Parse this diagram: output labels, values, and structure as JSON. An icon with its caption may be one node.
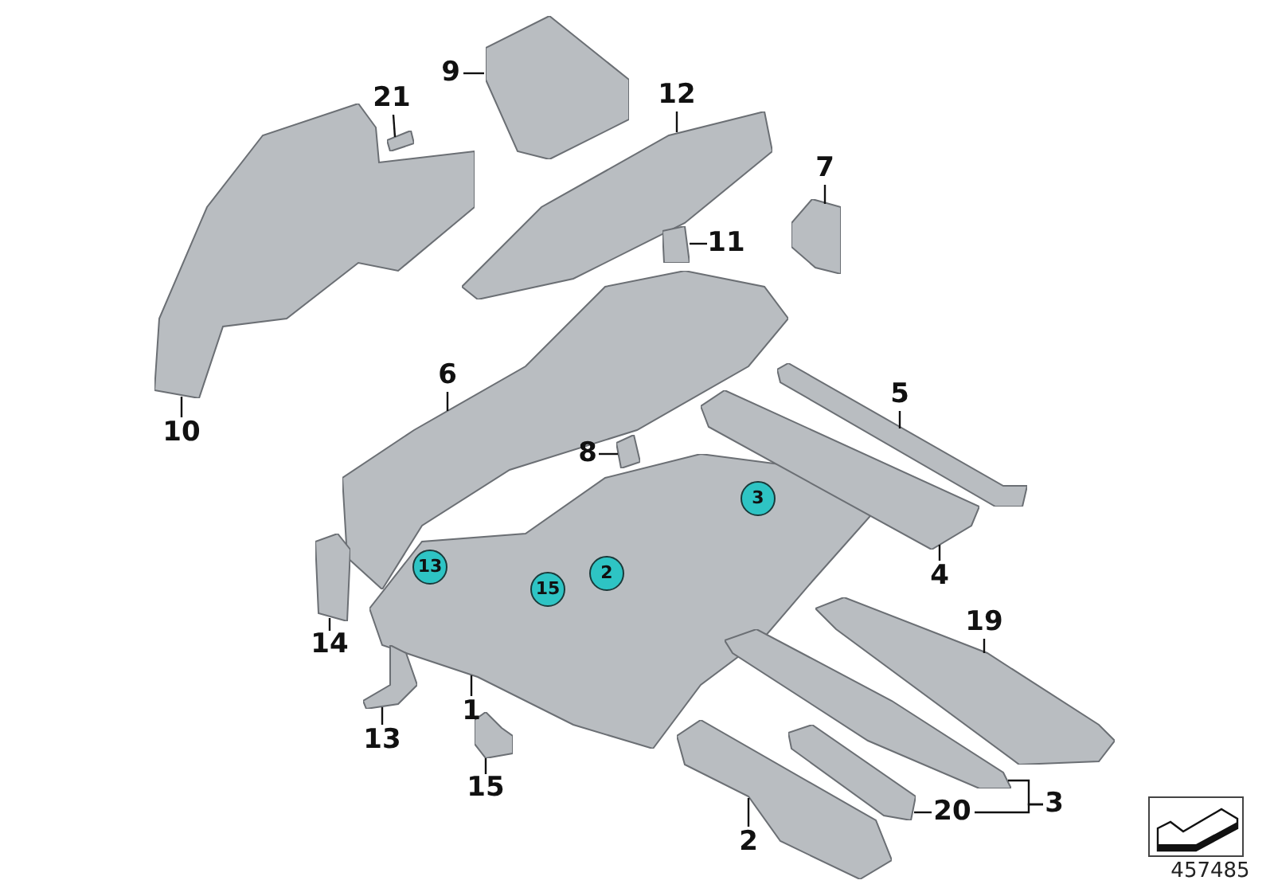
{
  "diagram": {
    "nodes": [
      {
        "text": [
          "9"
        ]
      },
      {
        "text": [],
        "shape": "picture"
      },
      {
        "text": [
          "21"
        ]
      },
      {
        "text": [],
        "shape": "picture"
      },
      {
        "text": [
          "12"
        ]
      },
      {
        "text": [],
        "shape": "picture"
      },
      {
        "text": [
          "7"
        ]
      },
      {
        "text": [],
        "shape": "picture"
      },
      {
        "text": [
          "11"
        ]
      },
      {
        "text": [],
        "shape": "picture"
      },
      {
        "text": [
          "10"
        ]
      },
      {
        "text": [],
        "shape": "picture"
      },
      {
        "text": [
          "6"
        ]
      },
      {
        "text": [],
        "shape": "picture"
      },
      {
        "text": [
          "5"
        ]
      },
      {
        "text": [],
        "shape": "picture"
      },
      {
        "text": [
          "8"
        ]
      },
      {
        "text": [],
        "shape": "picture"
      },
      {
        "text": [],
        "shape": "picture"
      },
      {
        "text": [
          "3"
        ],
        "in": 18
      },
      {
        "text": [
          "4"
        ]
      },
      {
        "text": [],
        "shape": "picture"
      },
      {
        "text": [
          "13"
        ],
        "in": 18
      },
      {
        "text": [
          "15"
        ],
        "in": 18
      },
      {
        "text": [
          "2"
        ],
        "in": 18
      },
      {
        "text": [
          "14"
        ]
      },
      {
        "text": [],
        "shape": "picture"
      },
      {
        "text": [
          "1"
        ]
      },
      {
        "text": [
          "19"
        ]
      },
      {
        "text": [],
        "shape": "picture"
      },
      {
        "text": [
          "13"
        ]
      },
      {
        "text": [],
        "shape": "picture"
      },
      {
        "text": [
          "15"
        ]
      },
      {
        "text": [],
        "shape": "picture"
      },
      {
        "text": [],
        "shape": "picture"
      },
      {
        "text": [],
        "shape": "picture"
      },
      {
        "text": [
          "2"
        ]
      },
      {
        "text": [],
        "shape": "picture"
      },
      {
        "text": [
          "20"
        ]
      },
      {
        "text": [
          "3"
        ]
      }
    ],
    "edges": [
      {
        "from": 0,
        "to": 1,
        "arrow": "none"
      },
      {
        "from": 2,
        "to": 3,
        "arrow": "none"
      },
      {
        "from": 4,
        "to": 5,
        "arrow": "none"
      },
      {
        "from": 6,
        "to": 7,
        "arrow": "none"
      },
      {
        "from": 8,
        "to": 9,
        "arrow": "none"
      },
      {
        "from": 10,
        "to": 11,
        "arrow": "none"
      },
      {
        "from": 12,
        "to": 13,
        "arrow": "none"
      },
      {
        "from": 14,
        "to": 15,
        "arrow": "none"
      },
      {
        "from": 16,
        "to": 17,
        "arrow": "none"
      },
      {
        "from": 20,
        "to": 21,
        "arrow": "none"
      },
      {
        "from": 25,
        "to": 26,
        "arrow": "none"
      },
      {
        "from": 27,
        "to": 18,
        "arrow": "none"
      },
      {
        "from": 28,
        "to": 29,
        "arrow": "none"
      },
      {
        "from": 30,
        "to": 31,
        "arrow": "none"
      },
      {
        "from": 32,
        "to": 33,
        "arrow": "none"
      },
      {
        "from": 36,
        "to": 37,
        "arrow": "none"
      },
      {
        "from": 38,
        "to": 35,
        "arrow": "none"
      },
      {
        "from": 39,
        "to": 34,
        "arrow": "none"
      },
      {
        "from": 39,
        "to": 38,
        "arrow": "none"
      }
    ],
    "labels": [
      "457485"
    ]
  }
}
